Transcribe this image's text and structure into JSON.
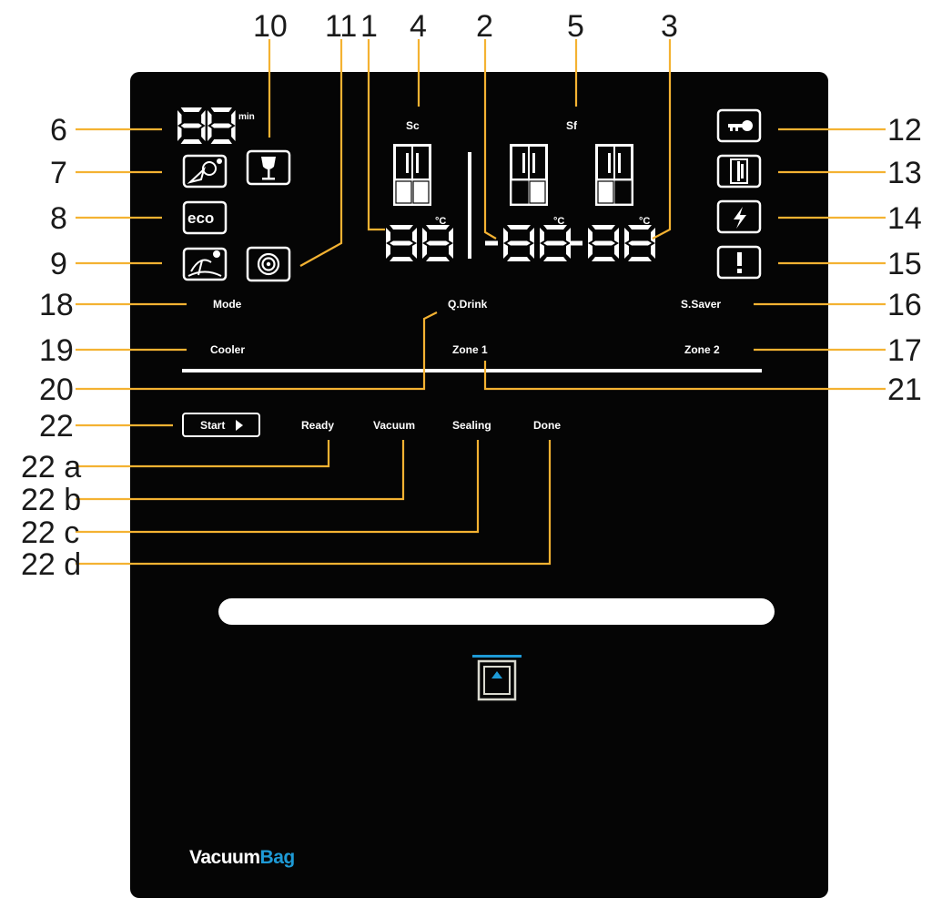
{
  "colors": {
    "panel": "#050505",
    "callout_line": "#f4b232",
    "brand_accent": "#1e9ad6",
    "text_light": "#ffffff",
    "indicator_blue": "#1e9ad6"
  },
  "displays": {
    "timer_digits": "88",
    "timer_unit": "min",
    "temp_unit": "°C",
    "zone_digits": "88",
    "minus_sign": "-"
  },
  "labels": {
    "sc": "Sc",
    "sf": "Sf",
    "mode": "Mode",
    "q_drink": "Q.Drink",
    "s_saver": "S.Saver",
    "cooler": "Cooler",
    "zone1": "Zone 1",
    "zone2": "Zone 2",
    "start": "Start",
    "ready": "Ready",
    "vacuum": "Vacuum",
    "sealing": "Sealing",
    "done": "Done",
    "eco": "eco"
  },
  "brand": {
    "part1": "Vacuum",
    "part2": "Bag"
  },
  "callouts": {
    "n1": "1",
    "n2": "2",
    "n3": "3",
    "n4": "4",
    "n5": "5",
    "n6": "6",
    "n7": "7",
    "n8": "8",
    "n9": "9",
    "n10": "10",
    "n11": "11",
    "n12": "12",
    "n13": "13",
    "n14": "14",
    "n15": "15",
    "n16": "16",
    "n17": "17",
    "n18": "18",
    "n19": "19",
    "n20": "20",
    "n21": "21",
    "n22": "22",
    "n22a": "22 a",
    "n22b": "22 b",
    "n22c": "22 c",
    "n22d": "22 d"
  },
  "icons": {
    "i7": "fruit-vegetable-icon",
    "i8": "eco-icon",
    "i9": "holiday-icon",
    "i10": "wine-glass-icon",
    "i11": "ice-maker-icon",
    "i12": "key-lock-icon",
    "i13": "door-open-icon",
    "i14": "power-fault-icon",
    "i15": "alarm-icon",
    "drawer": "vacuum-drawer-icon"
  }
}
